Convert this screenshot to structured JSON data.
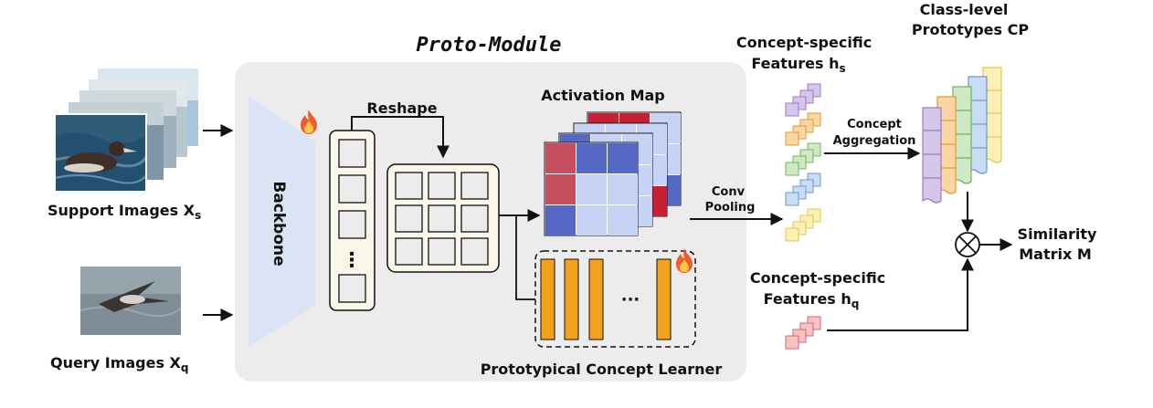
{
  "proto_module_title": "Proto-Module",
  "support_images_label": "Support Images X",
  "support_images_sub": "s",
  "query_images_label": "Query Images X",
  "query_images_sub": "q",
  "backbone_label": "Backbone",
  "reshape_label": "Reshape",
  "activation_map_label": "Activation Map",
  "conv_label": "Conv",
  "pooling_label": "Pooling",
  "pcl_label": "Prototypical Concept Learner",
  "pcl_ellipsis": "···",
  "feature_column_ellipsis": "⋮",
  "concept_features_s_line1": "Concept-specific",
  "concept_features_s_line2": "Features h",
  "concept_features_s_sub": "s",
  "concept_features_q_line1": "Concept-specific",
  "concept_features_q_line2": "Features h",
  "concept_features_q_sub": "q",
  "concept_aggregation_line1": "Concept",
  "concept_aggregation_line2": "Aggregation",
  "class_prototypes_line1": "Class-level",
  "class_prototypes_line2": "Prototypes CP",
  "similarity_line1": "Similarity",
  "similarity_line2": "Matrix M",
  "colors": {
    "module_bg": "#ececec",
    "backbone": "#dbe4f5",
    "orange": "#f1a11c",
    "dark_red": "#c52035",
    "red": "#c64e5f",
    "blue": "#5468c4",
    "light_blue": "#c6d3f5",
    "purple": "#d7c4ea",
    "orange_light": "#fbd6a5",
    "green": "#cfe9c5",
    "blue_light": "#c9dcf5",
    "yellow": "#fbf0b5",
    "pink": "#f6c3c3"
  }
}
